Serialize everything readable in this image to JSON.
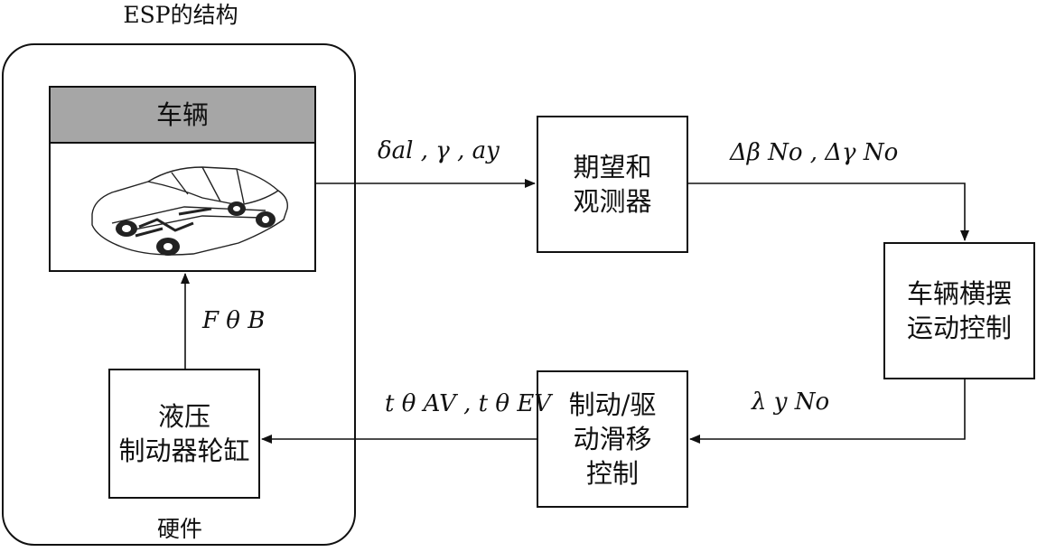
{
  "diagram": {
    "title": "ESP的结构",
    "vehicle_label": "车辆",
    "observer_label_line1": "期望和",
    "observer_label_line2": "观测器",
    "yaw_control_line1": "车辆横摆",
    "yaw_control_line2": "运动控制",
    "slip_control_line1": "制动/驱",
    "slip_control_line2": "动滑移",
    "slip_control_line3": "控制",
    "hydraulic_line1": "液压",
    "hydraulic_line2": "制动器轮缸",
    "hardware_label": "硬件"
  },
  "signals": {
    "vehicle_to_observer": "δal , γ , ay",
    "observer_to_yaw": "Δβ No , Δγ No",
    "yaw_to_slip": "λ y No",
    "slip_to_hydraulic": "t θ AV , t θ EV",
    "hydraulic_to_vehicle": "F θ B"
  }
}
